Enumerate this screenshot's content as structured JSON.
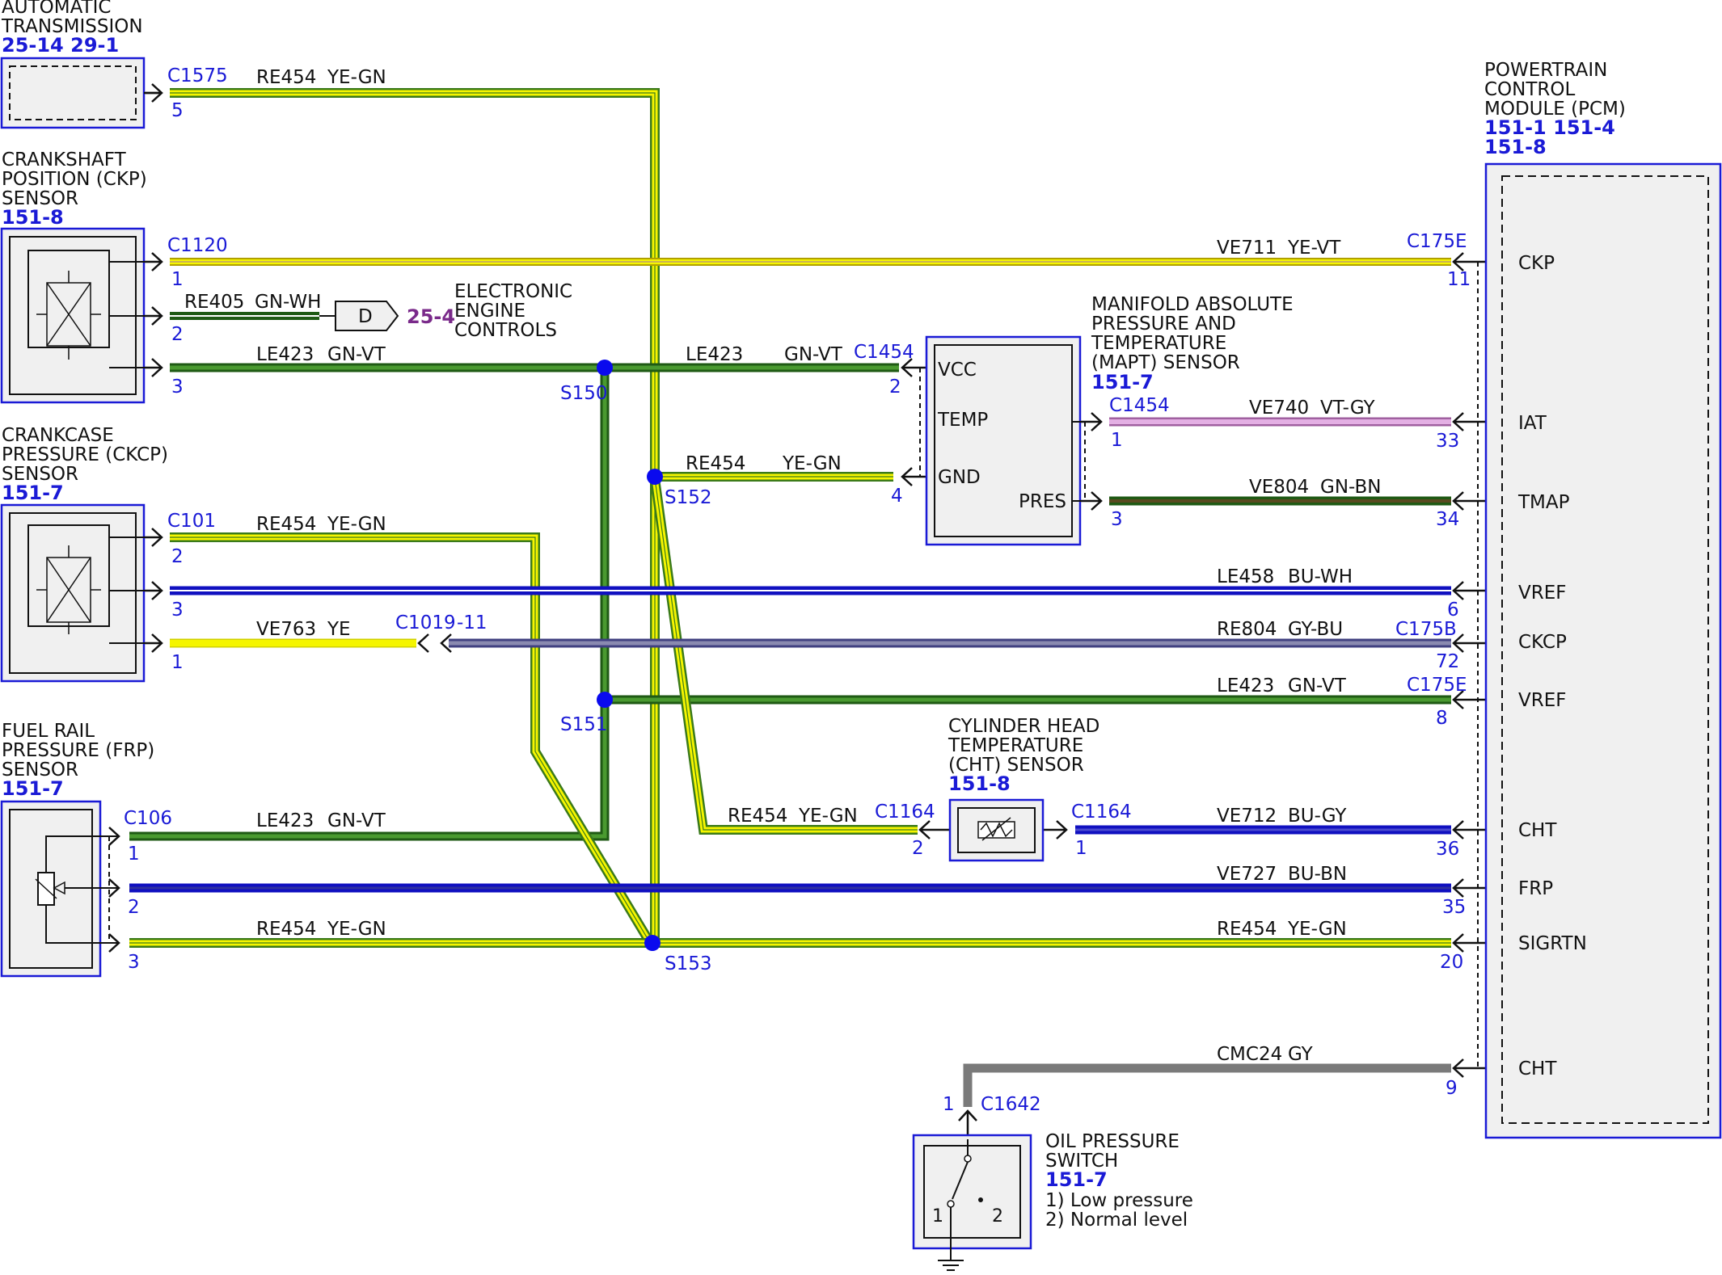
{
  "colors": {
    "yellow": "#f5f500",
    "yellow_green": "#3a7a1a",
    "green": "#2e7d1e",
    "dark_green": "#1f5a14",
    "blue": "#1a1ad6",
    "violet": "#d89ad8",
    "gray_blue": "#6a6aa0",
    "gray": "#7a7a7a",
    "splice": "#0a0aee",
    "component_fill": "#f0f0f0",
    "component_border": "#1a1ad6"
  },
  "components": {
    "trans": {
      "title": [
        "AUTOMATIC",
        "TRANSMISSION"
      ],
      "ref": "25-14 29-1"
    },
    "ckp": {
      "title": [
        "CRANKSHAFT",
        "POSITION (CKP)",
        "SENSOR"
      ],
      "ref": "151-8"
    },
    "ckcp": {
      "title": [
        "CRANKCASE",
        "PRESSURE (CKCP)",
        "SENSOR"
      ],
      "ref": "151-7"
    },
    "frp": {
      "title": [
        "FUEL RAIL",
        "PRESSURE (FRP)",
        "SENSOR"
      ],
      "ref": "151-7"
    },
    "eec": {
      "title": [
        "ELECTRONIC",
        "ENGINE",
        "CONTROLS"
      ],
      "ref": "25-4",
      "tag": "D"
    },
    "mapt": {
      "title": [
        "MANIFOLD ABSOLUTE",
        "PRESSURE AND",
        "TEMPERATURE",
        "(MAPT) SENSOR"
      ],
      "ref": "151-7",
      "pins": [
        "VCC",
        "TEMP",
        "GND",
        "PRES"
      ]
    },
    "cht": {
      "title": [
        "CYLINDER HEAD",
        "TEMPERATURE",
        "(CHT) SENSOR"
      ],
      "ref": "151-8"
    },
    "ops": {
      "title": [
        "OIL PRESSURE",
        "SWITCH"
      ],
      "ref": "151-7",
      "notes": [
        "1) Low pressure",
        "2) Normal level"
      ],
      "contacts": [
        "1",
        "2"
      ]
    },
    "pcm": {
      "title": [
        "POWERTRAIN",
        "CONTROL",
        "MODULE (PCM)"
      ],
      "refs": [
        "151-1 151-4",
        "151-8"
      ],
      "pins": [
        "CKP",
        "IAT",
        "TMAP",
        "VREF",
        "CKCP",
        "VREF",
        "CHT",
        "FRP",
        "SIGRTN",
        "CHT"
      ]
    }
  },
  "wires": [
    {
      "id": "w1",
      "circuit": "RE454",
      "color": "YE-GN",
      "from_conn": "C1575",
      "from_pin": "5"
    },
    {
      "id": "w2",
      "circuit": "VE711",
      "color": "YE-VT",
      "from_conn": "C1120",
      "from_pin": "1",
      "to_conn": "C175E",
      "to_pin": "11"
    },
    {
      "id": "w3",
      "circuit": "RE405",
      "color": "GN-WH",
      "from_pin": "2"
    },
    {
      "id": "w4",
      "circuit": "LE423",
      "color": "GN-VT",
      "from_pin": "3"
    },
    {
      "id": "w5",
      "circuit": "LE423",
      "color": "GN-VT",
      "to_conn": "C1454",
      "to_pin": "2"
    },
    {
      "id": "w6",
      "circuit": "VE740",
      "color": "VT-GY",
      "from_conn": "C1454",
      "from_pin": "1",
      "to_pin": "33"
    },
    {
      "id": "w7",
      "circuit": "RE454",
      "color": "YE-GN",
      "to_pin": "4"
    },
    {
      "id": "w8",
      "circuit": "VE804",
      "color": "GN-BN",
      "from_pin": "3",
      "to_pin": "34"
    },
    {
      "id": "w9",
      "circuit": "RE454",
      "color": "YE-GN",
      "from_conn": "C101",
      "from_pin": "2"
    },
    {
      "id": "w10",
      "circuit": "LE458",
      "color": "BU-WH",
      "from_pin": "3",
      "to_pin": "6"
    },
    {
      "id": "w11",
      "circuit": "VE763",
      "color": "YE",
      "from_pin": "1",
      "inline_conn": "C1019",
      "inline_pin": "-11"
    },
    {
      "id": "w12",
      "circuit": "RE804",
      "color": "GY-BU",
      "to_conn": "C175B",
      "to_pin": "72"
    },
    {
      "id": "w13",
      "circuit": "LE423",
      "color": "GN-VT",
      "to_conn": "C175E",
      "to_pin": "8"
    },
    {
      "id": "w14",
      "circuit": "RE454",
      "color": "YE-GN",
      "to_conn": "C1164",
      "to_pin": "2"
    },
    {
      "id": "w15",
      "circuit": "VE712",
      "color": "BU-GY",
      "from_conn": "C1164",
      "from_pin": "1",
      "to_pin": "36"
    },
    {
      "id": "w16",
      "circuit": "LE423",
      "color": "GN-VT",
      "from_conn": "C106",
      "from_pin": "1"
    },
    {
      "id": "w17",
      "circuit": "VE727",
      "color": "BU-BN",
      "from_pin": "2",
      "to_pin": "35"
    },
    {
      "id": "w18",
      "circuit": "RE454",
      "color": "YE-GN",
      "from_pin": "3"
    },
    {
      "id": "w19",
      "circuit": "RE454",
      "color": "YE-GN",
      "to_pin": "20"
    },
    {
      "id": "w20",
      "circuit": "CMC24",
      "color": "GY",
      "from_conn": "C1642",
      "from_pin": "1",
      "to_pin": "9"
    }
  ],
  "splices": [
    "S150",
    "S151",
    "S152",
    "S153"
  ]
}
